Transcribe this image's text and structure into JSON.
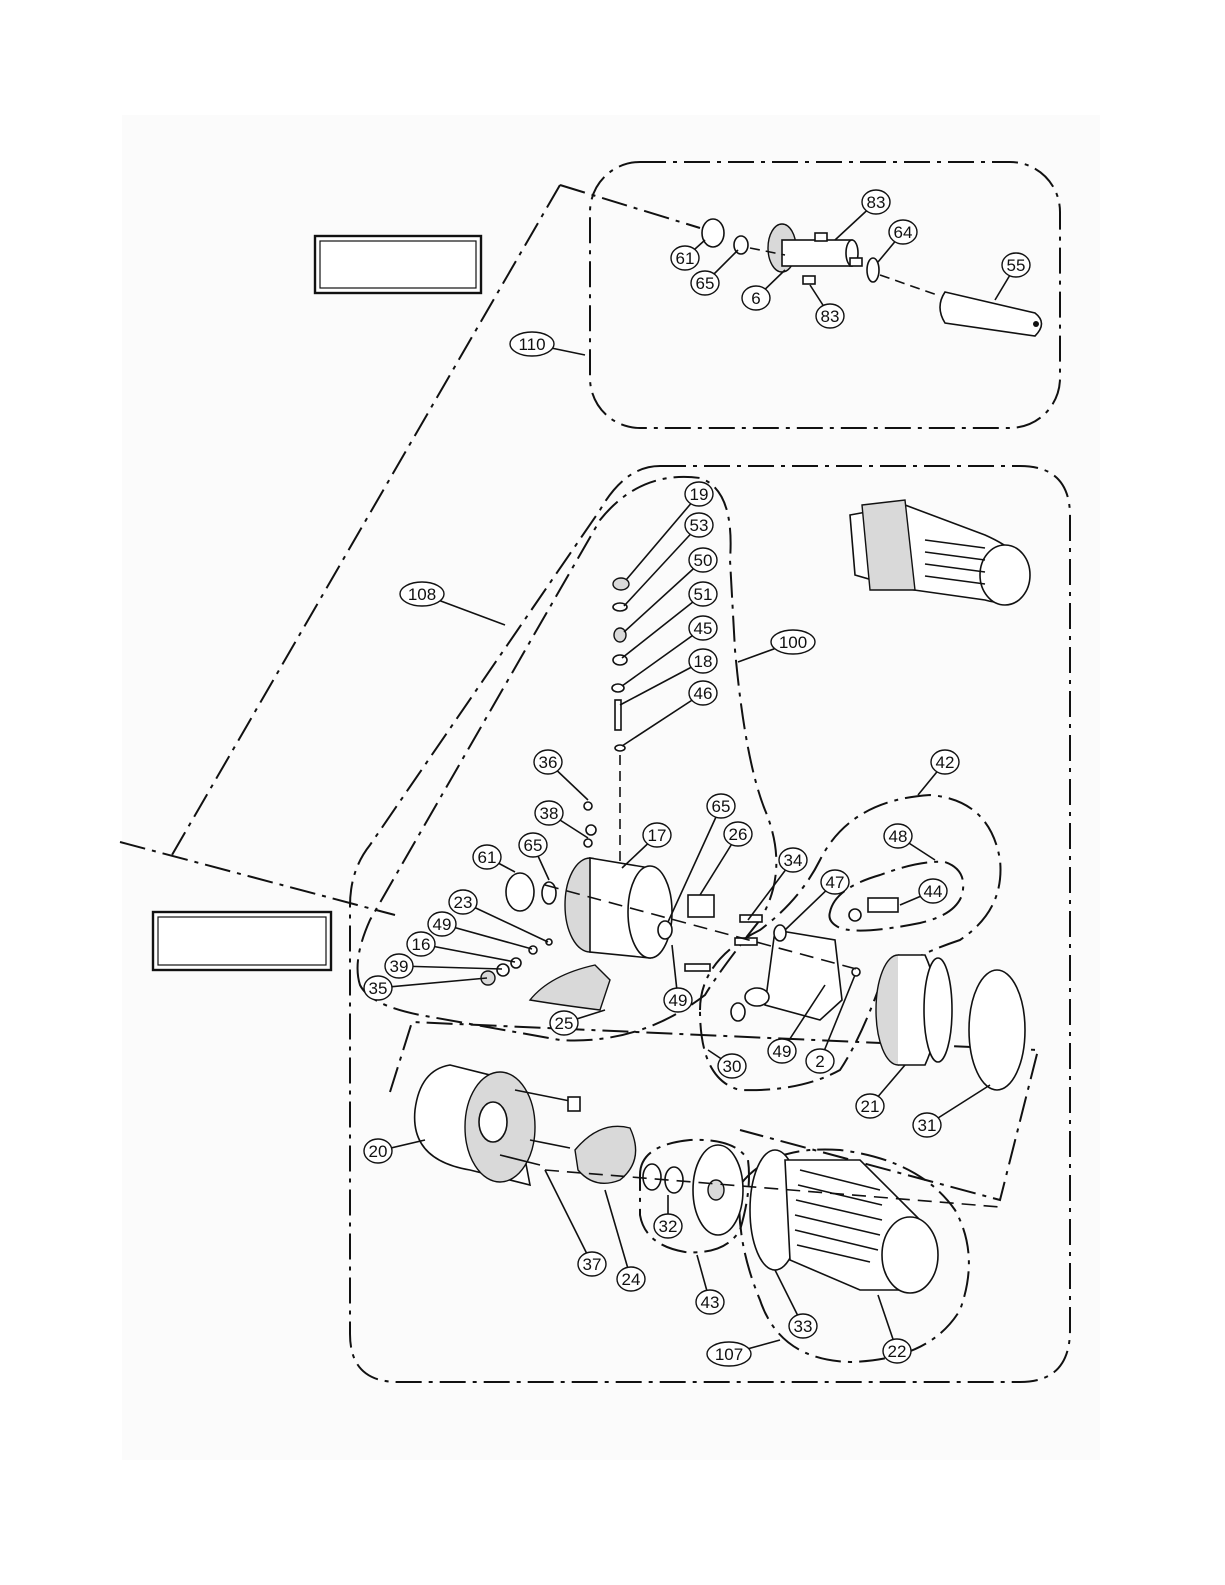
{
  "page": {
    "background": "#ffffff",
    "line_color": "#111111"
  },
  "labels": {
    "box_blank_1": "",
    "box_blank_2": ""
  },
  "callouts": [
    {
      "id": "c110",
      "text": "110"
    },
    {
      "id": "c61a",
      "text": "61"
    },
    {
      "id": "c65a",
      "text": "65"
    },
    {
      "id": "c6",
      "text": "6"
    },
    {
      "id": "c83a",
      "text": "83"
    },
    {
      "id": "c83b",
      "text": "83"
    },
    {
      "id": "c64",
      "text": "64"
    },
    {
      "id": "c55",
      "text": "55"
    },
    {
      "id": "c108",
      "text": "108"
    },
    {
      "id": "c19",
      "text": "19"
    },
    {
      "id": "c53",
      "text": "53"
    },
    {
      "id": "c50",
      "text": "50"
    },
    {
      "id": "c51",
      "text": "51"
    },
    {
      "id": "c45",
      "text": "45"
    },
    {
      "id": "c18",
      "text": "18"
    },
    {
      "id": "c46",
      "text": "46"
    },
    {
      "id": "c100",
      "text": "100"
    },
    {
      "id": "c36",
      "text": "36"
    },
    {
      "id": "c38",
      "text": "38"
    },
    {
      "id": "c65b",
      "text": "65"
    },
    {
      "id": "c61b",
      "text": "61"
    },
    {
      "id": "c17",
      "text": "17"
    },
    {
      "id": "c65c",
      "text": "65"
    },
    {
      "id": "c26",
      "text": "26"
    },
    {
      "id": "c23",
      "text": "23"
    },
    {
      "id": "c49a",
      "text": "49"
    },
    {
      "id": "c16",
      "text": "16"
    },
    {
      "id": "c39",
      "text": "39"
    },
    {
      "id": "c35",
      "text": "35"
    },
    {
      "id": "c25",
      "text": "25"
    },
    {
      "id": "c49b",
      "text": "49"
    },
    {
      "id": "c34",
      "text": "34"
    },
    {
      "id": "c47",
      "text": "47"
    },
    {
      "id": "c42",
      "text": "42"
    },
    {
      "id": "c48",
      "text": "48"
    },
    {
      "id": "c44",
      "text": "44"
    },
    {
      "id": "c30",
      "text": "30"
    },
    {
      "id": "c49c",
      "text": "49"
    },
    {
      "id": "c2",
      "text": "2"
    },
    {
      "id": "c21",
      "text": "21"
    },
    {
      "id": "c31",
      "text": "31"
    },
    {
      "id": "c20",
      "text": "20"
    },
    {
      "id": "c37",
      "text": "37"
    },
    {
      "id": "c24",
      "text": "24"
    },
    {
      "id": "c32",
      "text": "32"
    },
    {
      "id": "c43",
      "text": "43"
    },
    {
      "id": "c33",
      "text": "33"
    },
    {
      "id": "c107",
      "text": "107"
    },
    {
      "id": "c22",
      "text": "22"
    }
  ]
}
